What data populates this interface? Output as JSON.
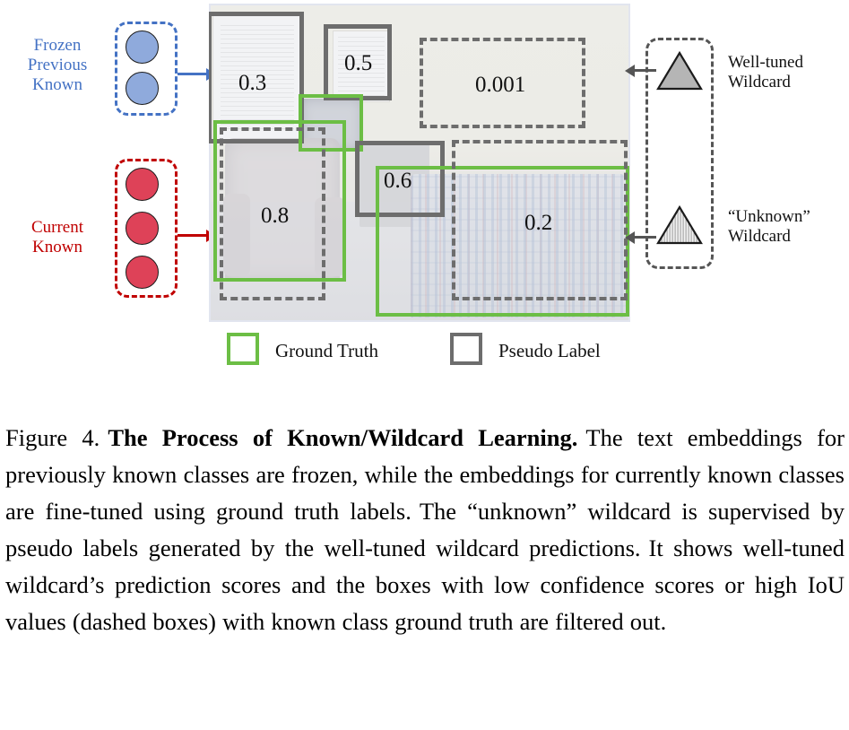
{
  "figure": {
    "left_groups": [
      {
        "id": "frozen-previous-known",
        "label": "Frozen\nPrevious\nKnown",
        "label_line1": "Frozen",
        "label_line2": "Previous",
        "label_line3": "Known",
        "color": "#4472C4",
        "dot_fill": "#8FAADC",
        "dot_count": 2
      },
      {
        "id": "current-known",
        "label": "Current\nKnown",
        "label_line1": "Current",
        "label_line2": "Known",
        "color": "#C00000",
        "dot_fill": "#DE4258",
        "dot_count": 3
      }
    ],
    "right_groups": [
      {
        "id": "well-tuned-wildcard",
        "label_line1": "Well-tuned",
        "label_line2": "Wildcard",
        "marker": "triangle-filled-gray",
        "fill": "#B5B5B5",
        "stroke": "#1b1b1b"
      },
      {
        "id": "unknown-wildcard",
        "label_line1": "“Unknown”",
        "label_line2": "Wildcard",
        "marker": "triangle-hatched",
        "fill": "#EFEFEF",
        "stroke": "#1b1b1b"
      }
    ],
    "detections": [
      {
        "id": "det-0p3",
        "score": "0.3",
        "box_type": "pseudo-label",
        "style": "solid-gray"
      },
      {
        "id": "det-0p5",
        "score": "0.5",
        "box_type": "pseudo-label",
        "style": "solid-gray"
      },
      {
        "id": "det-0p001",
        "score": "0.001",
        "box_type": "filtered",
        "style": "dashed-gray"
      },
      {
        "id": "det-0p8",
        "score": "0.8",
        "box_type": "ground-truth",
        "style": "solid-green"
      },
      {
        "id": "det-0p6",
        "score": "0.6",
        "box_type": "pseudo-label",
        "style": "solid-gray"
      },
      {
        "id": "det-0p2",
        "score": "0.2",
        "box_type": "filtered",
        "style": "dashed-gray"
      }
    ],
    "legend": {
      "ground_truth_label": "Ground Truth",
      "pseudo_label_label": "Pseudo Label",
      "ground_truth_color": "#6cbe45",
      "pseudo_label_color": "#6d6d6d"
    }
  },
  "caption": {
    "figure_number": "Figure 4.",
    "title": "The Process of Known/Wildcard Learning.",
    "body": "The text embeddings for previously known classes are frozen, while the embeddings for currently known classes are fine-tuned using ground truth labels.",
    "body2": "The “unknown” wildcard is supervised by pseudo labels generated by the well-tuned wildcard predictions.",
    "body3": "It shows well-tuned wildcard’s prediction scores and the boxes with low confidence scores or high IoU values (dashed boxes) with known class ground truth are filtered out."
  }
}
